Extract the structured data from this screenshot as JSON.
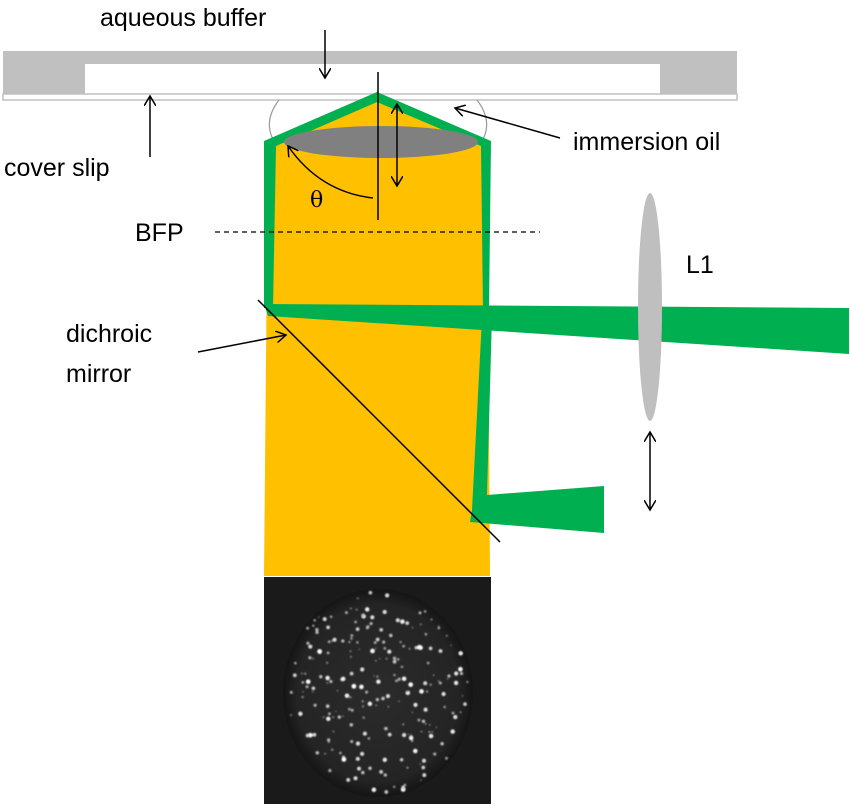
{
  "labels": {
    "aqueous_buffer": "aqueous buffer",
    "cover_slip": "cover slip",
    "immersion_oil": "immersion oil",
    "theta": "θ",
    "bfp": "BFP",
    "lens": "L1",
    "dichroic_line1": "dichroic",
    "dichroic_line2": "mirror"
  },
  "colors": {
    "emission": "#FFC000",
    "excitation": "#00B050",
    "slide": "#C0C0C0",
    "lens": "#BFBFBF",
    "lens_inner": "#808080",
    "camera_bg": "#1a1a1a",
    "line": "#000000"
  }
}
